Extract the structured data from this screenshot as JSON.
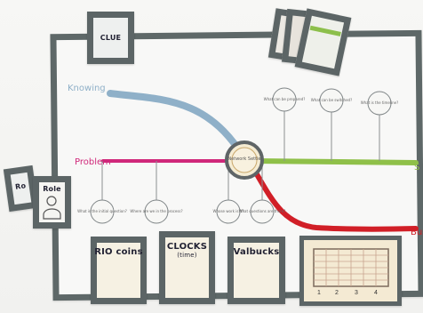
{
  "scene": {
    "colors": {
      "board_frame": "#5e6868",
      "knowing_line": "#8fb0c8",
      "problem_line": "#d0287a",
      "solution_line": "#8fc049",
      "business_line": "#d11f27",
      "card_background": "#f4ead2"
    }
  },
  "board": {
    "labels": {
      "knowing": "Knowing",
      "problem": "Problem",
      "solution_stub": "S",
      "business_stub": "Bus"
    },
    "center_circle": {
      "label": "Network Settle"
    },
    "top_bubbles": [
      {
        "text": "What can be prepared?"
      },
      {
        "text": "What can be switched?"
      },
      {
        "text": "What is the timeline?"
      }
    ],
    "bottom_bubbles": [
      {
        "text": "What is the initial question?"
      },
      {
        "text": "Where are we in the process?"
      },
      {
        "text": "Whose work is it?"
      },
      {
        "text": "What questions are there?"
      }
    ]
  },
  "cards": {
    "clue": {
      "label": "CLUE"
    },
    "role": {
      "label": "Role",
      "side_label": "Ro"
    },
    "rio_coins": {
      "label": "RIO coins"
    },
    "clocks": {
      "label": "CLOCKS",
      "sub": "(time)"
    },
    "valbucks": {
      "label": "Valbucks"
    }
  },
  "grid_card": {
    "bottom_marks": [
      "1",
      "2",
      "3",
      "4"
    ]
  }
}
